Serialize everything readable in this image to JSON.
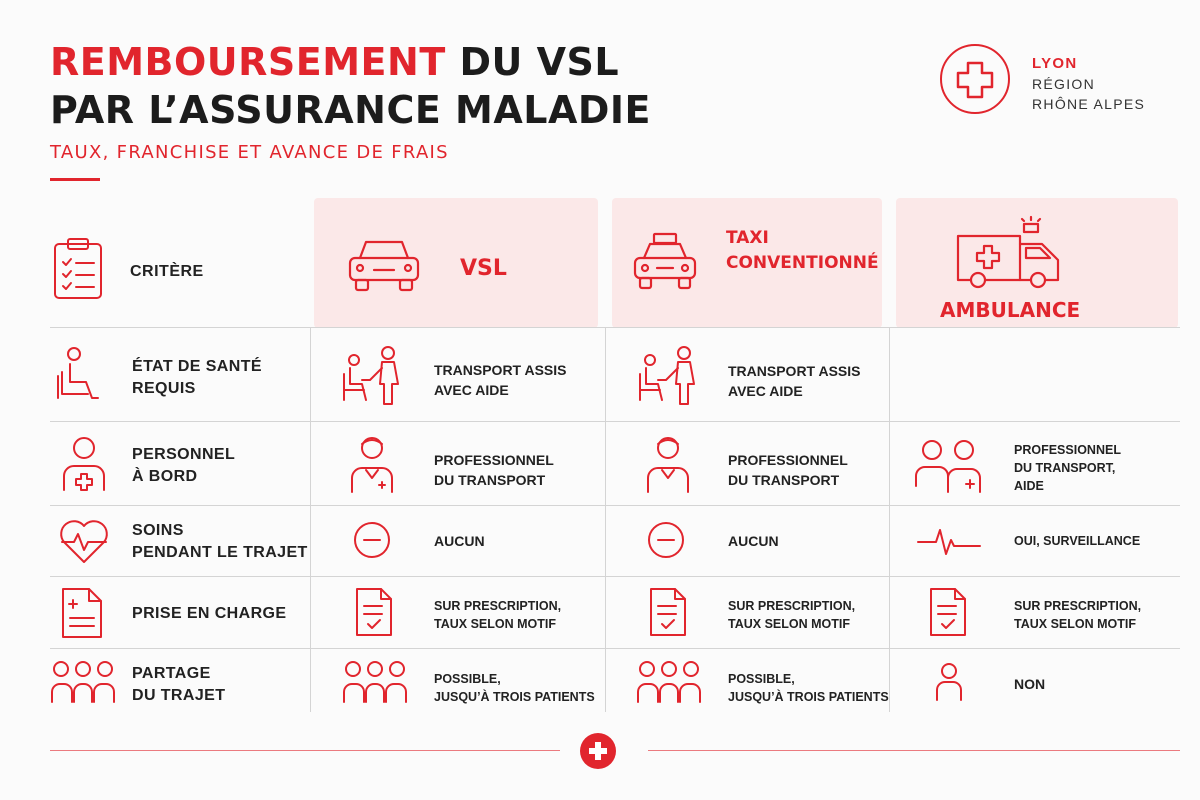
{
  "header": {
    "title_red": "REMBOURSEMENT",
    "title_rest": " DU VSL",
    "title_line2": "PAR L’ASSURANCE MALADIE",
    "subtitle": "TAUX, FRANCHISE ET AVANCE DE FRAIS"
  },
  "logo": {
    "line1": "LYON",
    "line2": "RÉGION",
    "line3": "RHÔNE ALPES",
    "icon": "medical-cross-icon"
  },
  "columns": {
    "criteria": "CRITÈRE",
    "vsl": "VSL",
    "taxi_line1": "TAXI",
    "taxi_line2": "CONVENTIONNÉ",
    "ambulance": "AMBULANCE"
  },
  "rows": [
    {
      "label": "ÉTAT DE SANTÉ\nREQUIS",
      "vsl": "TRANSPORT ASSIS\nAVEC AIDE",
      "taxi": "TRANSPORT ASSIS\nAVEC AIDE",
      "ambulance": ""
    },
    {
      "label": "PERSONNEL\nÀ BORD",
      "vsl": "PROFESSIONNEL\nDU TRANSPORT",
      "taxi": "PROFESSIONNEL\nDU TRANSPORT",
      "ambulance": "PROFESSIONNEL\nDU TRANSPORT,\nAIDE"
    },
    {
      "label": "SOINS\nPENDANT LE TRAJET",
      "vsl": "AUCUN",
      "taxi": "AUCUN",
      "ambulance": "OUI, SURVEILLANCE"
    },
    {
      "label": "PRISE EN CHARGE",
      "vsl": "SUR PRESCRIPTION,\nTAUX SELON MOTIF",
      "taxi": "SUR PRESCRIPTION,\nTAUX SELON MOTIF",
      "ambulance": "SUR PRESCRIPTION,\nTAUX SELON MOTIF"
    },
    {
      "label": "PARTAGE\nDU TRAJET",
      "vsl": "POSSIBLE,\nJUSQU’À TROIS PATIENTS",
      "taxi": "POSSIBLE,\nJUSQU’À TROIS PATIENTS",
      "ambulance": "NON"
    }
  ],
  "colors": {
    "accent": "#e1252d",
    "header_bg": "#fbe8e8",
    "grid": "#d4d4d4"
  }
}
